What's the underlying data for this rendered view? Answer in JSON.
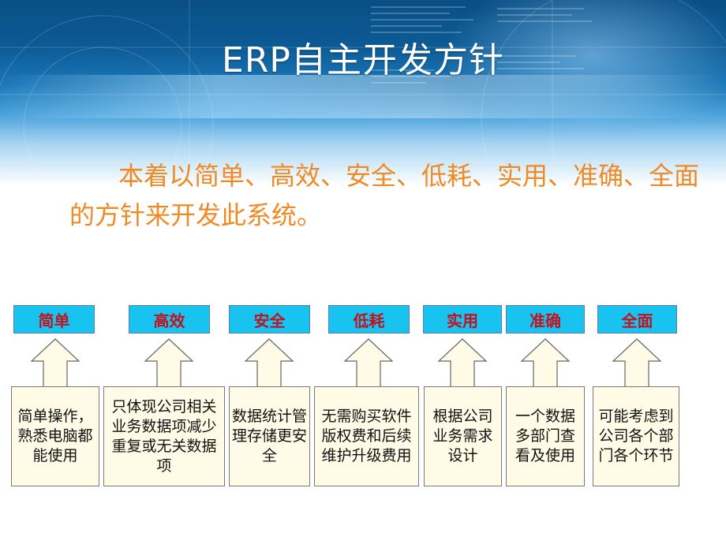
{
  "slide": {
    "title": "ERP自主开发方针",
    "paragraph": "本着以简单、高效、安全、低耗、实用、准确、全面的方针来开发此系统。"
  },
  "colors": {
    "title": "#ffffff",
    "paragraph": "#f08a25",
    "label_bg": "#19c3f0",
    "label_text": "#c1121f",
    "box_bg": "#fffbe6"
  },
  "principles": [
    {
      "label": "简单",
      "desc": "简单操作，熟悉电脑都能使用"
    },
    {
      "label": "高效",
      "desc": "只体现公司相关业务数据项减少重复或无关数据项"
    },
    {
      "label": "安全",
      "desc": "数据统计管理存储更安全"
    },
    {
      "label": "低耗",
      "desc": "无需购买软件版权费和后续维护升级费用"
    },
    {
      "label": "实用",
      "desc": "根据公司业务需求设计"
    },
    {
      "label": "准确",
      "desc": "一个数据多部门查看及使用"
    },
    {
      "label": "全面",
      "desc": "可能考虑到公司各个部门各个环节"
    }
  ]
}
